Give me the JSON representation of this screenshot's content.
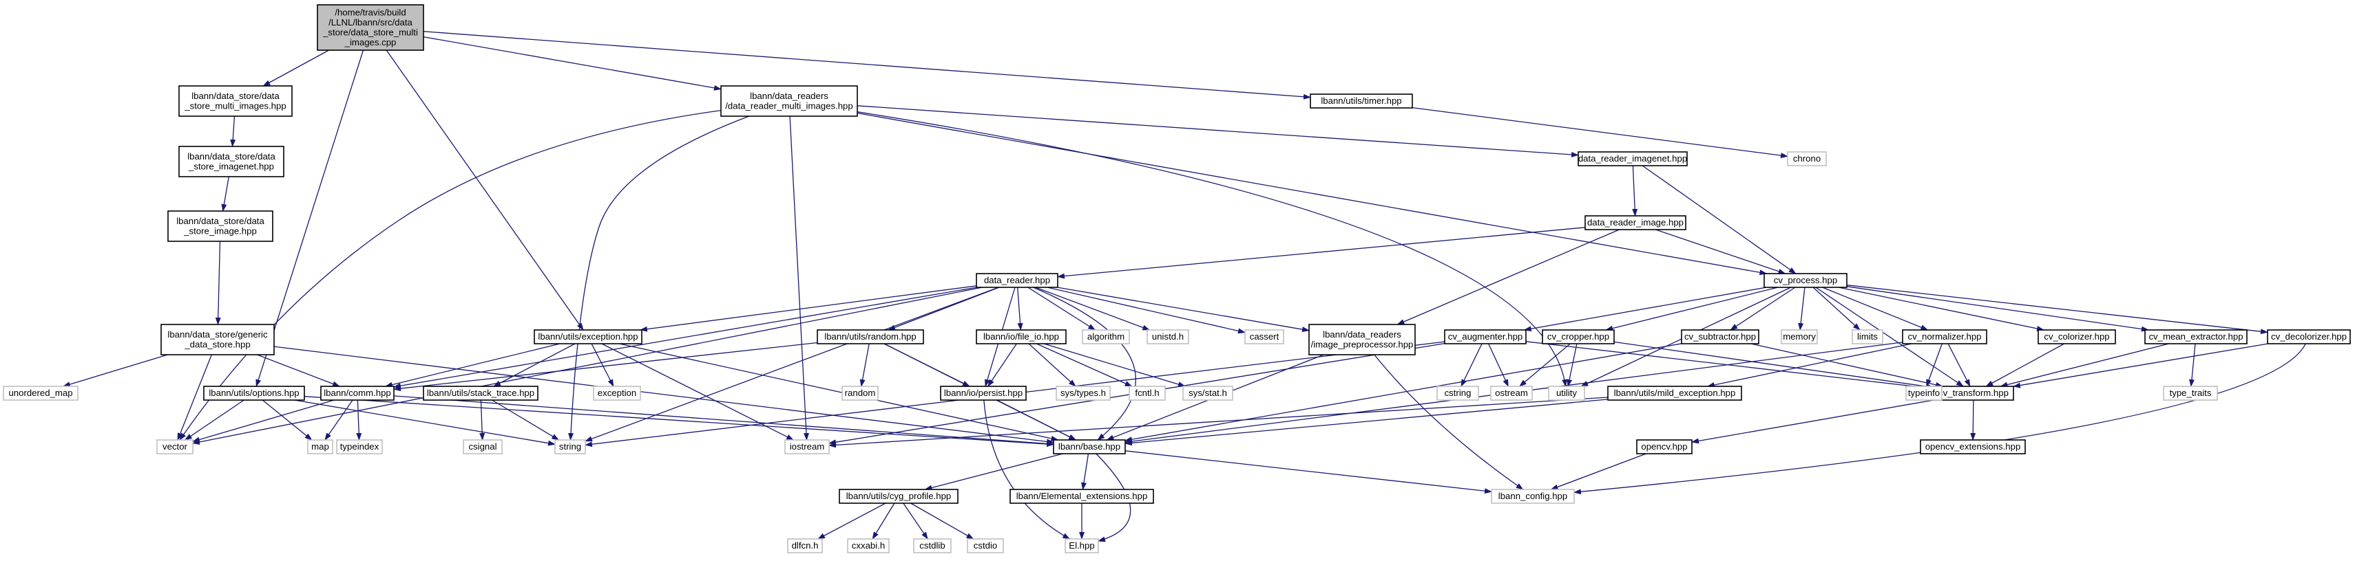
{
  "colors": {
    "edge": "#191970",
    "root_fill": "#bfbfbf",
    "root_stroke": "#000000",
    "node_fill": "#ffffff",
    "node_stroke": "#000000",
    "system_stroke": "#bfbfbf",
    "system_text": "#808080"
  },
  "nodes": [
    {
      "id": "root",
      "kind": "root",
      "lines": [
        "/home/travis/build",
        "/LLNL/lbann/src/data",
        "_store/data_store_multi",
        "_images.cpp"
      ]
    },
    {
      "id": "ds_multi",
      "kind": "file",
      "lines": [
        "lbann/data_store/data",
        "_store_multi_images.hpp"
      ]
    },
    {
      "id": "dr_multi",
      "kind": "file",
      "lines": [
        "lbann/data_readers",
        "/data_reader_multi_images.hpp"
      ]
    },
    {
      "id": "timer",
      "kind": "file",
      "lines": [
        "lbann/utils/timer.hpp"
      ]
    },
    {
      "id": "chrono",
      "kind": "system",
      "lines": [
        "chrono"
      ]
    },
    {
      "id": "ds_imagenet",
      "kind": "file",
      "lines": [
        "lbann/data_store/data",
        "_store_imagenet.hpp"
      ]
    },
    {
      "id": "ds_image",
      "kind": "file",
      "lines": [
        "lbann/data_store/data",
        "_store_image.hpp"
      ]
    },
    {
      "id": "dr_imagenet",
      "kind": "file",
      "lines": [
        "data_reader_imagenet.hpp"
      ]
    },
    {
      "id": "dr_image",
      "kind": "file",
      "lines": [
        "data_reader_image.hpp"
      ]
    },
    {
      "id": "data_reader",
      "kind": "file",
      "lines": [
        "data_reader.hpp"
      ]
    },
    {
      "id": "cv_process",
      "kind": "file",
      "lines": [
        "cv_process.hpp"
      ]
    },
    {
      "id": "ds_generic",
      "kind": "file",
      "lines": [
        "lbann/data_store/generic",
        "_data_store.hpp"
      ]
    },
    {
      "id": "exception",
      "kind": "file",
      "lines": [
        "lbann/utils/exception.hpp"
      ]
    },
    {
      "id": "random",
      "kind": "file",
      "lines": [
        "lbann/utils/random.hpp"
      ]
    },
    {
      "id": "file_io",
      "kind": "file",
      "lines": [
        "lbann/io/file_io.hpp"
      ]
    },
    {
      "id": "algorithm",
      "kind": "system",
      "lines": [
        "algorithm"
      ]
    },
    {
      "id": "unistd",
      "kind": "system",
      "lines": [
        "unistd.h"
      ]
    },
    {
      "id": "cassert",
      "kind": "system",
      "lines": [
        "cassert"
      ]
    },
    {
      "id": "img_pre",
      "kind": "file",
      "lines": [
        "lbann/data_readers",
        "/image_preprocessor.hpp"
      ]
    },
    {
      "id": "cv_aug",
      "kind": "file",
      "lines": [
        "cv_augmenter.hpp"
      ]
    },
    {
      "id": "cv_crop",
      "kind": "file",
      "lines": [
        "cv_cropper.hpp"
      ]
    },
    {
      "id": "cv_sub",
      "kind": "file",
      "lines": [
        "cv_subtractor.hpp"
      ]
    },
    {
      "id": "memory",
      "kind": "system",
      "lines": [
        "memory"
      ]
    },
    {
      "id": "limits",
      "kind": "system",
      "lines": [
        "limits"
      ]
    },
    {
      "id": "cv_norm",
      "kind": "file",
      "lines": [
        "cv_normalizer.hpp"
      ]
    },
    {
      "id": "cv_color",
      "kind": "file",
      "lines": [
        "cv_colorizer.hpp"
      ]
    },
    {
      "id": "cv_mean",
      "kind": "file",
      "lines": [
        "cv_mean_extractor.hpp"
      ]
    },
    {
      "id": "cv_decolor",
      "kind": "file",
      "lines": [
        "cv_decolorizer.hpp"
      ]
    },
    {
      "id": "unordered_map",
      "kind": "system",
      "lines": [
        "unordered_map"
      ]
    },
    {
      "id": "options",
      "kind": "file",
      "lines": [
        "lbann/utils/options.hpp"
      ]
    },
    {
      "id": "comm",
      "kind": "file",
      "lines": [
        "lbann/comm.hpp"
      ]
    },
    {
      "id": "stack_trace",
      "kind": "file",
      "lines": [
        "lbann/utils/stack_trace.hpp"
      ]
    },
    {
      "id": "exception_sys",
      "kind": "system",
      "lines": [
        "exception"
      ]
    },
    {
      "id": "random_sys",
      "kind": "system",
      "lines": [
        "random"
      ]
    },
    {
      "id": "persist",
      "kind": "file",
      "lines": [
        "lbann/io/persist.hpp"
      ]
    },
    {
      "id": "sys_types",
      "kind": "system",
      "lines": [
        "sys/types.h"
      ]
    },
    {
      "id": "fcntl",
      "kind": "system",
      "lines": [
        "fcntl.h"
      ]
    },
    {
      "id": "sys_stat",
      "kind": "system",
      "lines": [
        "sys/stat.h"
      ]
    },
    {
      "id": "cstring",
      "kind": "system",
      "lines": [
        "cstring"
      ]
    },
    {
      "id": "ostream",
      "kind": "system",
      "lines": [
        "ostream"
      ]
    },
    {
      "id": "utility",
      "kind": "system",
      "lines": [
        "utility"
      ]
    },
    {
      "id": "mild_exc",
      "kind": "file",
      "lines": [
        "lbann/utils/mild_exception.hpp"
      ]
    },
    {
      "id": "cv_transform",
      "kind": "file",
      "lines": [
        "cv_transform.hpp"
      ]
    },
    {
      "id": "typeinfo",
      "kind": "system",
      "lines": [
        "typeinfo"
      ]
    },
    {
      "id": "type_traits",
      "kind": "system",
      "lines": [
        "type_traits"
      ]
    },
    {
      "id": "vector",
      "kind": "system",
      "lines": [
        "vector"
      ]
    },
    {
      "id": "map",
      "kind": "system",
      "lines": [
        "map"
      ]
    },
    {
      "id": "typeindex",
      "kind": "system",
      "lines": [
        "typeindex"
      ]
    },
    {
      "id": "csignal",
      "kind": "system",
      "lines": [
        "csignal"
      ]
    },
    {
      "id": "string",
      "kind": "system",
      "lines": [
        "string"
      ]
    },
    {
      "id": "iostream",
      "kind": "system",
      "lines": [
        "iostream"
      ]
    },
    {
      "id": "base",
      "kind": "file",
      "lines": [
        "lbann/base.hpp"
      ]
    },
    {
      "id": "opencv",
      "kind": "file",
      "lines": [
        "opencv.hpp"
      ]
    },
    {
      "id": "opencv_ext",
      "kind": "file",
      "lines": [
        "opencv_extensions.hpp"
      ]
    },
    {
      "id": "cyg",
      "kind": "file",
      "lines": [
        "lbann/utils/cyg_profile.hpp"
      ]
    },
    {
      "id": "elem_ext",
      "kind": "file",
      "lines": [
        "lbann/Elemental_extensions.hpp"
      ]
    },
    {
      "id": "lbann_config",
      "kind": "system",
      "lines": [
        "lbann_config.hpp"
      ]
    },
    {
      "id": "dlfcn",
      "kind": "system",
      "lines": [
        "dlfcn.h"
      ]
    },
    {
      "id": "cxxabi",
      "kind": "system",
      "lines": [
        "cxxabi.h"
      ]
    },
    {
      "id": "cstdlib",
      "kind": "system",
      "lines": [
        "cstdlib"
      ]
    },
    {
      "id": "cstdio",
      "kind": "system",
      "lines": [
        "cstdio"
      ]
    },
    {
      "id": "el",
      "kind": "system",
      "lines": [
        "El.hpp"
      ]
    }
  ]
}
